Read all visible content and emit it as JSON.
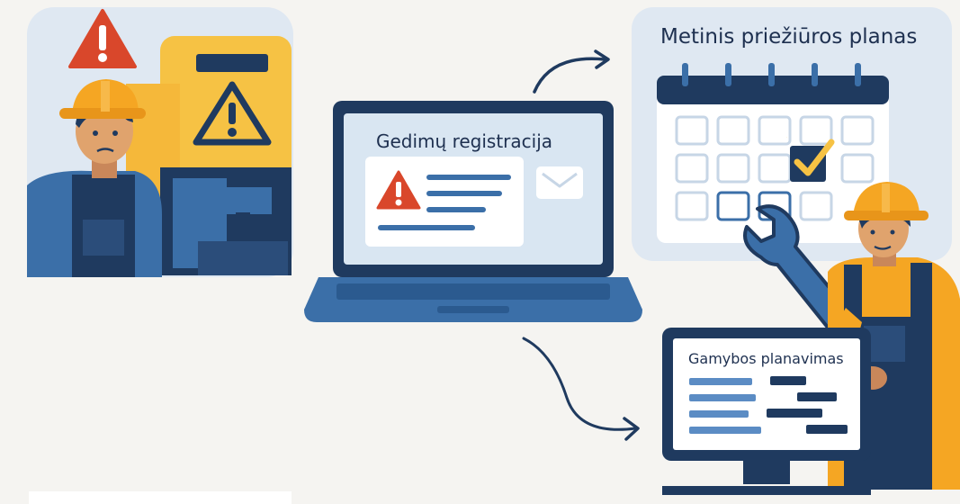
{
  "laptop": {
    "title": "Gedimų registracija"
  },
  "calendar": {
    "title": "Metinis priežiūros planas"
  },
  "monitor": {
    "title": "Gamybos planavimas"
  },
  "colors": {
    "navy": "#1f3a5f",
    "blue": "#3b6fa8",
    "light_blue": "#d9e6f2",
    "yellow": "#f6c244",
    "orange": "#f5a623",
    "red": "#d9472b",
    "skin": "#c9875a"
  },
  "icons": [
    "warning-icon",
    "envelope-icon",
    "checkbox-check-icon",
    "wrench-icon",
    "arrow-icon"
  ]
}
